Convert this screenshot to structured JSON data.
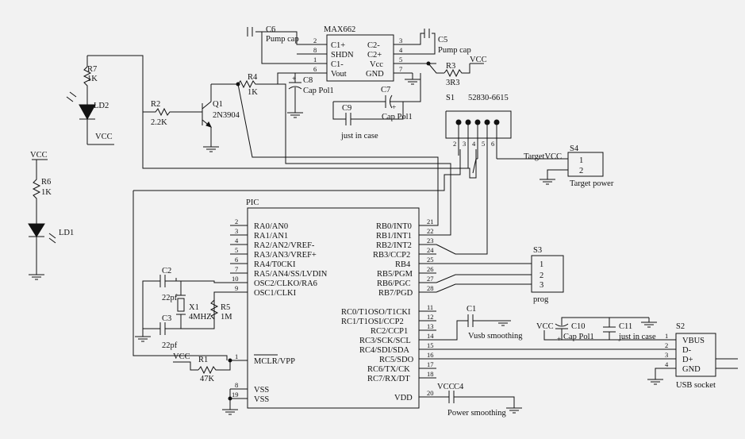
{
  "ic_max662": {
    "title": "MAX662",
    "left_pins": [
      {
        "num": "2",
        "name": "C1+"
      },
      {
        "num": "8",
        "name": "SHDN"
      },
      {
        "num": "1",
        "name": "C1-"
      },
      {
        "num": "6",
        "name": "Vout"
      }
    ],
    "right_pins": [
      {
        "num": "3",
        "name": "C2-"
      },
      {
        "num": "4",
        "name": "C2+"
      },
      {
        "num": "5",
        "name": "Vcc"
      },
      {
        "num": "7",
        "name": "GND"
      }
    ]
  },
  "pic": {
    "title": "PIC",
    "left_pins": [
      {
        "num": "2",
        "name": "RA0/AN0"
      },
      {
        "num": "3",
        "name": "RA1/AN1"
      },
      {
        "num": "4",
        "name": "RA2/AN2/VREF-"
      },
      {
        "num": "5",
        "name": "RA3/AN3/VREF+"
      },
      {
        "num": "6",
        "name": "RA4/T0CKI"
      },
      {
        "num": "7",
        "name": "RA5/AN4/SS/LVDIN"
      },
      {
        "num": "10",
        "name": "OSC2/CLKO/RA6"
      },
      {
        "num": "9",
        "name": "OSC1/CLKI"
      },
      {
        "num": "1",
        "name": "MCLR/VPP"
      },
      {
        "num": "8",
        "name": "VSS"
      },
      {
        "num": "19",
        "name": "VSS"
      }
    ],
    "right_pins": [
      {
        "num": "21",
        "name": "RB0/INT0"
      },
      {
        "num": "22",
        "name": "RB1/INT1"
      },
      {
        "num": "23",
        "name": "RB2/INT2"
      },
      {
        "num": "24",
        "name": "RB3/CCP2"
      },
      {
        "num": "25",
        "name": "RB4"
      },
      {
        "num": "26",
        "name": "RB5/PGM"
      },
      {
        "num": "27",
        "name": "RB6/PGC"
      },
      {
        "num": "28",
        "name": "RB7/PGD"
      },
      {
        "num": "11",
        "name": "RC0/T1OSO/T1CKI"
      },
      {
        "num": "12",
        "name": "RC1/T1OSI/CCP2"
      },
      {
        "num": "13",
        "name": "RC2/CCP1"
      },
      {
        "num": "14",
        "name": "RC3/SCK/SCL"
      },
      {
        "num": "15",
        "name": "RC4/SDI/SDA"
      },
      {
        "num": "16",
        "name": "RC5/SDO"
      },
      {
        "num": "17",
        "name": "RC6/TX/CK"
      },
      {
        "num": "18",
        "name": "RC7/RX/DT"
      },
      {
        "num": "20",
        "name": "VDD"
      }
    ]
  },
  "connectors": {
    "s1": {
      "ref": "S1",
      "part": "52830-6615",
      "pins": [
        "2",
        "3",
        "4",
        "5",
        "6"
      ]
    },
    "s2": {
      "ref": "S2",
      "label": "USB socket",
      "pins": [
        {
          "num": "1",
          "name": "VBUS"
        },
        {
          "num": "2",
          "name": "D-"
        },
        {
          "num": "3",
          "name": "D+"
        },
        {
          "num": "4",
          "name": "GND"
        }
      ]
    },
    "s3": {
      "ref": "S3",
      "label": "prog",
      "pins": [
        "1",
        "2",
        "3"
      ]
    },
    "s4": {
      "ref": "S4",
      "label": "Target power",
      "net": "TargetVCC",
      "pins": [
        "1",
        "2"
      ]
    }
  },
  "components": {
    "r1": {
      "ref": "R1",
      "value": "47K"
    },
    "r2": {
      "ref": "R2",
      "value": "2.2K"
    },
    "r3": {
      "ref": "R3",
      "value": "3R3"
    },
    "r4": {
      "ref": "R4",
      "value": "1K"
    },
    "r5": {
      "ref": "R5",
      "value": "1M"
    },
    "r6": {
      "ref": "R6",
      "value": "1K"
    },
    "r7": {
      "ref": "R7",
      "value": "1K"
    },
    "c1": {
      "ref": "C1",
      "label": "Vusb smoothing"
    },
    "c2": {
      "ref": "C2",
      "value": "22pf"
    },
    "c3": {
      "ref": "C3",
      "value": "22pf"
    },
    "c4": {
      "ref": "C4",
      "label": "Power smoothing"
    },
    "c5": {
      "ref": "C5",
      "label": "Pump cap"
    },
    "c6": {
      "ref": "C6",
      "label": "Pump cap"
    },
    "c8": {
      "ref": "C8",
      "label": "Cap Pol1"
    },
    "c7": {
      "ref": "C7",
      "label": "Cap Pol1"
    },
    "c9": {
      "ref": "C9",
      "label": "just in case"
    },
    "c10": {
      "ref": "C10",
      "label": "Cap Pol1"
    },
    "c11": {
      "ref": "C11",
      "label": "just in case"
    },
    "q1": {
      "ref": "Q1",
      "part": "2N3904"
    },
    "x1": {
      "ref": "X1",
      "value": "4MHZ"
    },
    "ld1": {
      "ref": "LD1"
    },
    "ld2": {
      "ref": "LD2"
    }
  },
  "nets": {
    "vcc": "VCC"
  }
}
